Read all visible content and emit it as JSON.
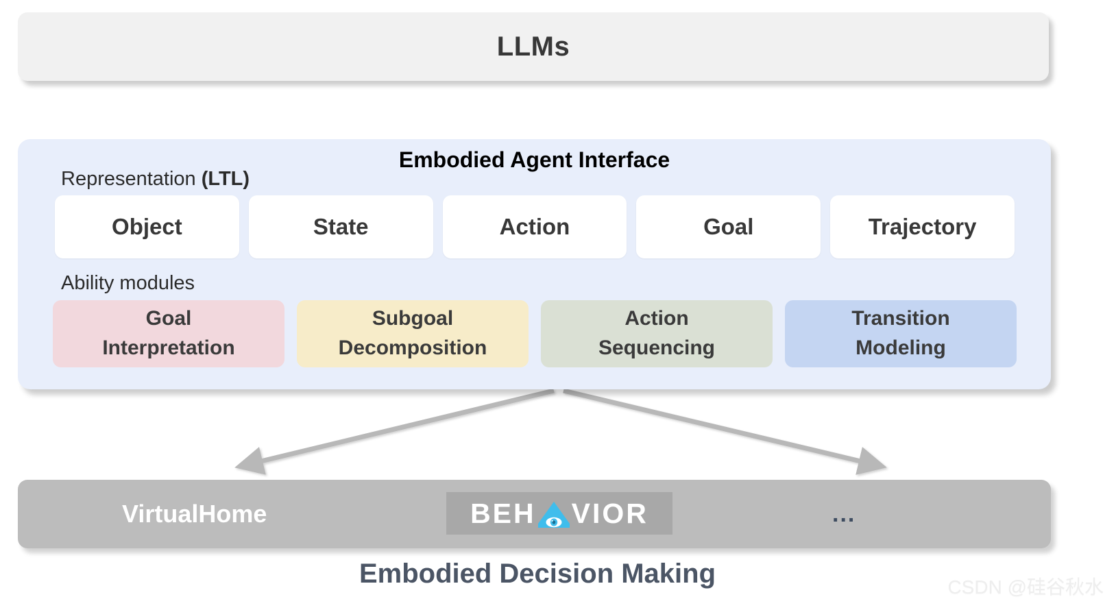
{
  "top": {
    "llm_label": "LLMs"
  },
  "interface": {
    "title": "Embodied Agent Interface",
    "representation_label_plain": "Representation ",
    "representation_label_bold": "(LTL)",
    "ability_label": "Ability modules",
    "representation_boxes": [
      {
        "label": "Object"
      },
      {
        "label": "State"
      },
      {
        "label": "Action"
      },
      {
        "label": "Goal"
      },
      {
        "label": "Trajectory"
      }
    ],
    "ability_modules": [
      {
        "line1": "Goal",
        "line2": "Interpretation",
        "color": "#f2d8dd"
      },
      {
        "line1": "Subgoal",
        "line2": "Decomposition",
        "color": "#f7ecc9"
      },
      {
        "line1": "Action",
        "line2": "Sequencing",
        "color": "#dae0d4"
      },
      {
        "line1": "Transition",
        "line2": "Modeling",
        "color": "#c4d5f2"
      }
    ]
  },
  "simulators": {
    "virtualhome_label": "VirtualHome",
    "behavior_logo": {
      "text_before": "BEH",
      "icon": "behavior-house-eye-icon",
      "text_after": "VIOR",
      "icon_color": "#3fbdec"
    },
    "ellipsis_label": "..."
  },
  "bottom": {
    "caption": "Embodied Decision Making"
  },
  "watermark": {
    "text": "CSDN @硅谷秋水"
  },
  "colors": {
    "panel_background": "#e8eefb",
    "llm_background": "#f1f1f1",
    "simulator_background": "#bcbcbc",
    "behavior_logo_background": "#a8a8a8",
    "arrow_gray": "#b8b8b8",
    "caption_color": "#4b5565"
  },
  "arrows": [
    {
      "name": "llms-to-interface",
      "direction": "down"
    },
    {
      "name": "interface-to-virtualhome",
      "direction": "down-left"
    },
    {
      "name": "interface-to-behavior",
      "direction": "down"
    },
    {
      "name": "interface-to-other",
      "direction": "down-right"
    }
  ]
}
